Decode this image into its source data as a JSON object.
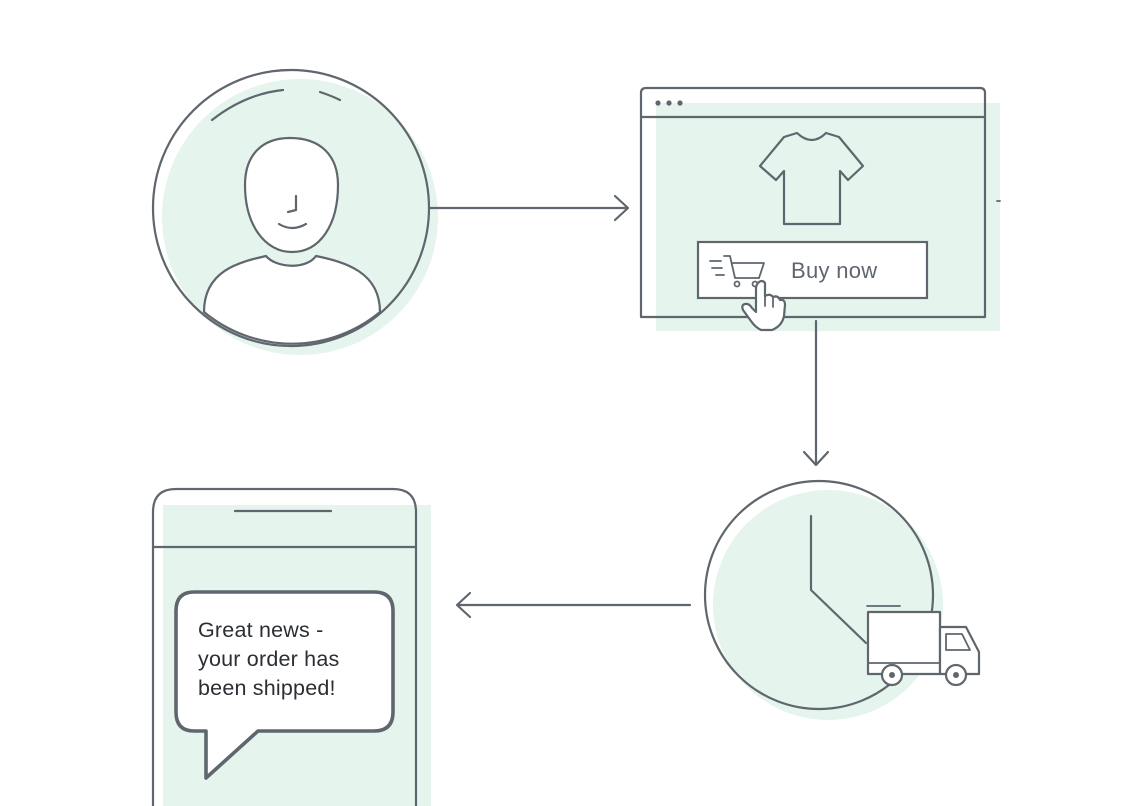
{
  "buy_button": {
    "label": "Buy now"
  },
  "notification": {
    "lines": [
      "Great news -",
      "your order has",
      "been shipped!"
    ]
  },
  "colors": {
    "stroke": "#5f666d",
    "tint": "#e5f4ec",
    "background": "#ffffff"
  },
  "icons": [
    "person-icon",
    "tshirt-icon",
    "shopping-cart-icon",
    "pointer-hand-icon",
    "clock-icon",
    "delivery-truck-icon",
    "smartphone-icon",
    "speech-bubble-icon"
  ]
}
